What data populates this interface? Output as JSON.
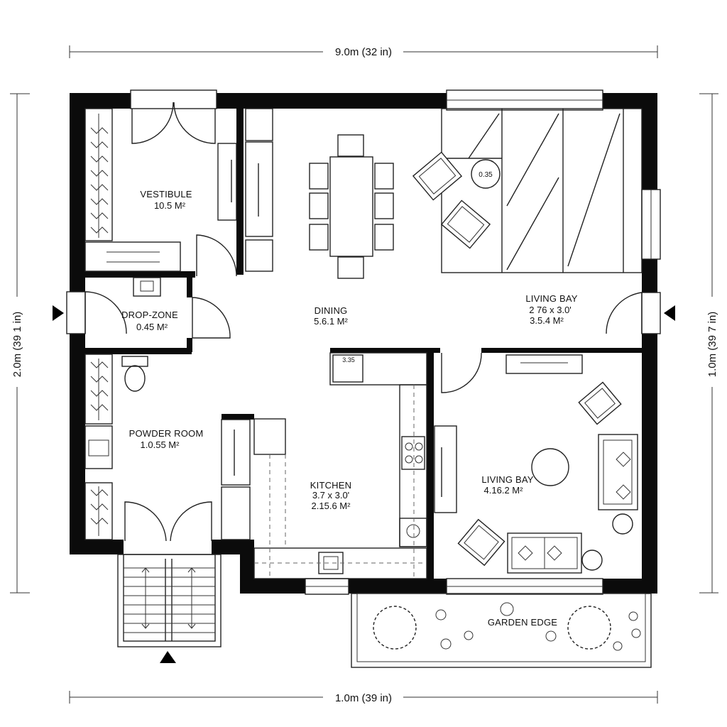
{
  "dimensions": {
    "top": "9.0m (32 in)",
    "bottom": "1.0m (39 in)",
    "left": "2.0m (39 1 in)",
    "right": "1.0m (39 7 in)"
  },
  "rooms": {
    "vestibule": {
      "name": "VESTIBULE",
      "area": "10.5 M²"
    },
    "drop_zone": {
      "name": "DROP-ZONE",
      "area": "0.45 M²"
    },
    "dining": {
      "name": "DINING",
      "area": "5.6.1 M²"
    },
    "living_bay_top": {
      "name": "LIVING BAY",
      "size": "2 76 x 3.0'",
      "area": "3.5.4 M²"
    },
    "powder_room": {
      "name": "POWDER ROOM",
      "area": "1.0.55 M²"
    },
    "kitchen": {
      "name": "KITCHEN",
      "size": "3.7 x 3.0'",
      "area": "2.15.6 M²"
    },
    "living_bay_bottom": {
      "name": "LIVING BAY",
      "area": "4.16.2 M²"
    },
    "garden": {
      "name": "GARDEN EDGE"
    }
  },
  "tags": {
    "table_tag": "0.35",
    "counter_tag": "3.35"
  },
  "icons": {
    "entry_markers": [
      "left-entry-arrow-icon",
      "right-entry-arrow-icon",
      "bottom-entry-arrow-icon"
    ]
  }
}
